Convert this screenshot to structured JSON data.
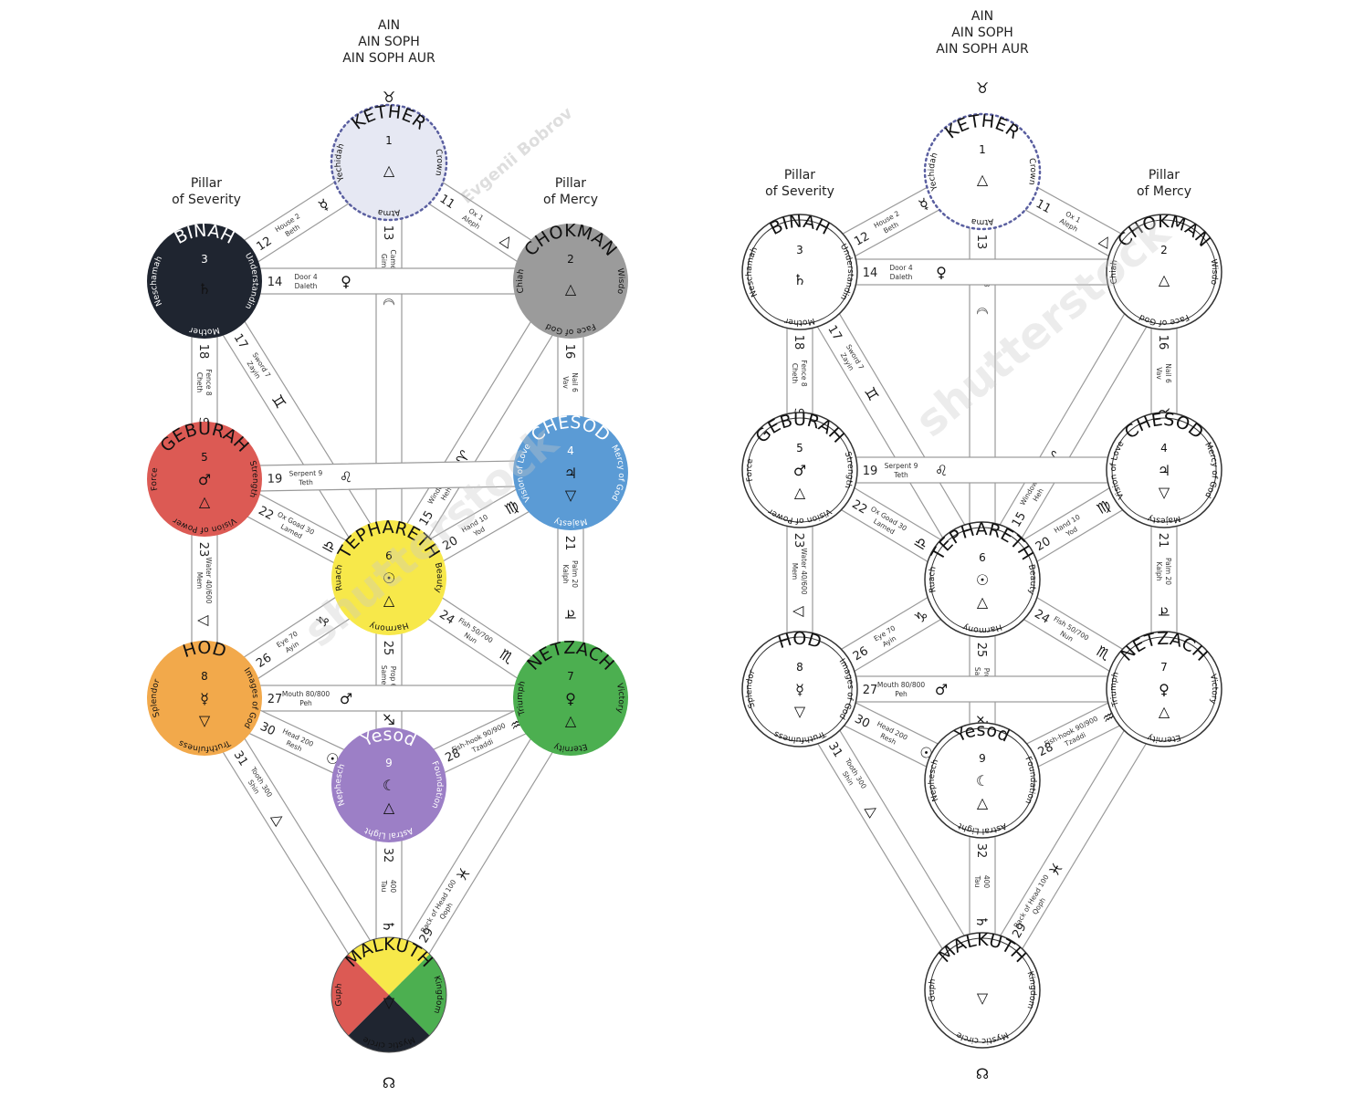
{
  "header": {
    "lines": [
      "AIN",
      "AIN SOPH",
      "AIN SOPH AUR"
    ]
  },
  "top_symbol": "♉",
  "bottom_symbol": "☊",
  "pillars": {
    "severity": [
      "Pillar",
      "of Severity"
    ],
    "mercy": [
      "Pillar",
      "of Mercy"
    ]
  },
  "sephiroth": [
    {
      "id": "kether",
      "name": "KETHER",
      "number": "1",
      "symbol": "△",
      "words": [
        "Yechidah",
        "Atma",
        "Crown"
      ],
      "color": "#e6e8f3",
      "text_color": "#111",
      "dotted": true
    },
    {
      "id": "binah",
      "name": "BINAH",
      "number": "3",
      "symbol": "♄",
      "words": [
        "Neschamah",
        "Mother",
        "Understandin"
      ],
      "color": "#1f2530",
      "text_color": "#ffffff"
    },
    {
      "id": "chokman",
      "name": "CHOKMAN",
      "number": "2",
      "symbol": "△",
      "words": [
        "Chiah",
        "Face of God",
        "Wisdo"
      ],
      "color": "#9b9b9b",
      "text_color": "#111"
    },
    {
      "id": "geburah",
      "name": "GEBURAH",
      "number": "5",
      "symbol": "♂",
      "symbol2": "△",
      "words": [
        "Force",
        "Vision of Power",
        "Strength"
      ],
      "color": "#dc5a54",
      "text_color": "#111"
    },
    {
      "id": "chesod",
      "name": "CHESOD",
      "number": "4",
      "symbol": "♃",
      "symbol2": "▽",
      "words": [
        "Vision of Love",
        "Majesty",
        "Mercy of God"
      ],
      "color": "#5b9bd5",
      "text_color": "#ffffff"
    },
    {
      "id": "tiphareth",
      "name": "TEPHARETH",
      "number": "6",
      "symbol": "☉",
      "symbol2": "△",
      "words": [
        "Ruach",
        "Harmony",
        "Beauty"
      ],
      "color": "#f7e84a",
      "text_color": "#111"
    },
    {
      "id": "hod",
      "name": "HOD",
      "number": "8",
      "symbol": "☿",
      "symbol2": "▽",
      "words": [
        "Splendor",
        "Truthfulness",
        "Images of God"
      ],
      "color": "#f2a94b",
      "text_color": "#111"
    },
    {
      "id": "netzach",
      "name": "NETZACH",
      "number": "7",
      "symbol": "♀",
      "symbol2": "△",
      "words": [
        "Triumph",
        "Eternity",
        "Victory"
      ],
      "color": "#4caf50",
      "text_color": "#111"
    },
    {
      "id": "yesod",
      "name": "Yesod",
      "number": "9",
      "symbol": "☾",
      "symbol2": "△",
      "words": [
        "Nephesch",
        "Astral Light",
        "Foundation"
      ],
      "color": "#9c7fc6",
      "text_color": "#ffffff"
    },
    {
      "id": "malkuth",
      "name": "MALKUTH",
      "number": "",
      "symbol": "▽",
      "words": [
        "Guph",
        "Mystic circle",
        "Kingdom"
      ],
      "color": "quarters",
      "text_color": "#111"
    }
  ],
  "malkuth_quarters": [
    "#f7e84a",
    "#4caf50",
    "#1f2530",
    "#dc5a54"
  ],
  "paths": [
    {
      "n": "11",
      "label": [
        "Ox 1",
        "Aleph"
      ],
      "symbol": "△",
      "from": "kether",
      "to": "chokman"
    },
    {
      "n": "12",
      "label": [
        "House 2",
        "Beth"
      ],
      "symbol": "☿",
      "from": "kether",
      "to": "binah"
    },
    {
      "n": "13",
      "label": [
        "Camel 3",
        "Gimel"
      ],
      "symbol": "☾",
      "from": "kether",
      "to": "tiphareth"
    },
    {
      "n": "14",
      "label": [
        "Door 4",
        "Daleth"
      ],
      "symbol": "♀",
      "from": "binah",
      "to": "chokman"
    },
    {
      "n": "15",
      "label": [
        "Window 5",
        "Heh"
      ],
      "symbol": "♈",
      "from": "chokman",
      "to": "tiphareth"
    },
    {
      "n": "16",
      "label": [
        "Nail 6",
        "Vav"
      ],
      "symbol": "♉",
      "from": "chokman",
      "to": "chesod"
    },
    {
      "n": "17",
      "label": [
        "Sword 7",
        "Zayin"
      ],
      "symbol": "♊",
      "from": "binah",
      "to": "tiphareth"
    },
    {
      "n": "18",
      "label": [
        "Fence 8",
        "Cheth"
      ],
      "symbol": "♋",
      "from": "binah",
      "to": "geburah"
    },
    {
      "n": "19",
      "label": [
        "Serpent 9",
        "Teth"
      ],
      "symbol": "♌",
      "from": "geburah",
      "to": "chesod"
    },
    {
      "n": "20",
      "label": [
        "Hand 10",
        "Yod"
      ],
      "symbol": "♍",
      "from": "chesod",
      "to": "tiphareth"
    },
    {
      "n": "21",
      "label": [
        "Palm 20",
        "Kalph"
      ],
      "symbol": "♃",
      "from": "chesod",
      "to": "netzach"
    },
    {
      "n": "22",
      "label": [
        "Ox Goad 30",
        "Lamed"
      ],
      "symbol": "♎",
      "from": "geburah",
      "to": "tiphareth"
    },
    {
      "n": "23",
      "label": [
        "Water 40/600",
        "Mem"
      ],
      "symbol": "▽",
      "from": "geburah",
      "to": "hod"
    },
    {
      "n": "24",
      "label": [
        "Fish 50/700",
        "Nun"
      ],
      "symbol": "♏",
      "from": "tiphareth",
      "to": "netzach"
    },
    {
      "n": "25",
      "label": [
        "Prop 60",
        "Samech"
      ],
      "symbol": "♐",
      "from": "tiphareth",
      "to": "yesod"
    },
    {
      "n": "26",
      "label": [
        "Eye 70",
        "Ayin"
      ],
      "symbol": "♑",
      "from": "tiphareth",
      "to": "hod"
    },
    {
      "n": "27",
      "label": [
        "Mouth 80/800",
        "Peh"
      ],
      "symbol": "♂",
      "from": "hod",
      "to": "netzach"
    },
    {
      "n": "28",
      "label": [
        "Fish-hook 90/900",
        "Tzaddi"
      ],
      "symbol": "♒",
      "from": "netzach",
      "to": "yesod"
    },
    {
      "n": "29",
      "label": [
        "Back of Head 100",
        "Qoph"
      ],
      "symbol": "♓",
      "from": "netzach",
      "to": "malkuth"
    },
    {
      "n": "30",
      "label": [
        "Head 200",
        "Resh"
      ],
      "symbol": "☉",
      "from": "hod",
      "to": "yesod"
    },
    {
      "n": "31",
      "label": [
        "Tooth 300",
        "Shin"
      ],
      "symbol": "△",
      "from": "hod",
      "to": "malkuth"
    },
    {
      "n": "32",
      "label": [
        "400",
        "Tau"
      ],
      "symbol": "♄",
      "symbol2": "△",
      "from": "yesod",
      "to": "malkuth"
    }
  ],
  "watermarks": [
    "shutterstock",
    "Evgenii Bobrov"
  ]
}
